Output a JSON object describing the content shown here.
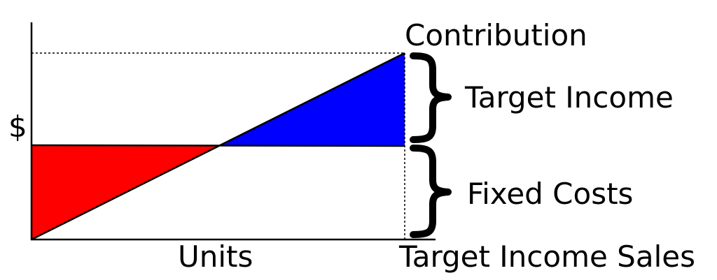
{
  "labels": {
    "y_axis": "$",
    "x_axis": "Units",
    "target_sales": "Target Income Sales",
    "contribution": "Contribution",
    "target_income": "Target Income",
    "fixed_costs": "Fixed Costs"
  },
  "colors": {
    "loss_region": "#ff0000",
    "profit_region": "#0000ff",
    "lines": "#000000",
    "background": "#ffffff"
  }
}
